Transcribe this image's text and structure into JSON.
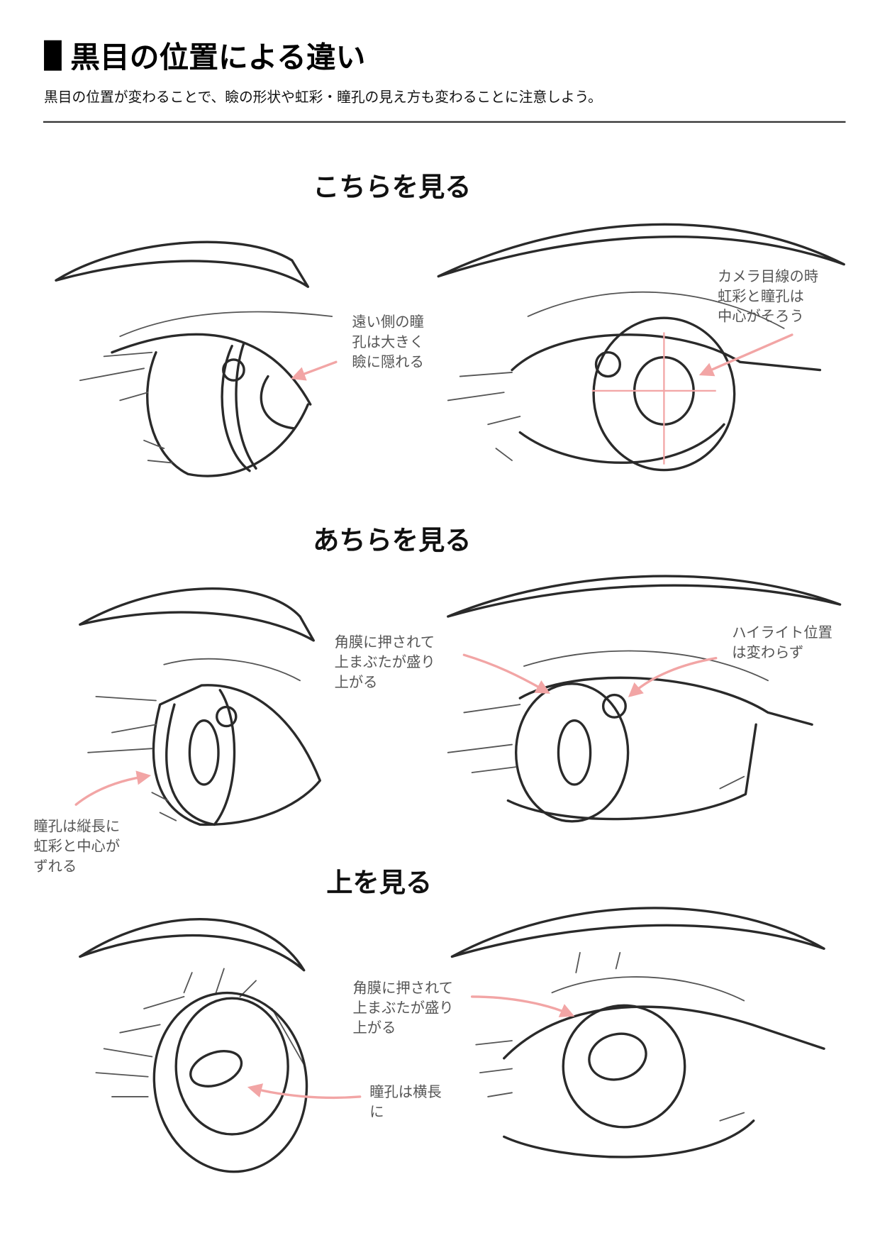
{
  "title": "黒目の位置による違い",
  "subtitle": "黒目の位置が変わることで、瞼の形状や虹彩・瞳孔の見え方も変わることに注意しよう。",
  "sections": [
    {
      "heading": "こちらを見る",
      "notes": [
        {
          "lines": [
            "遠い側の瞳",
            "孔は大きく",
            "瞼に隠れる"
          ]
        },
        {
          "lines": [
            "カメラ目線の時",
            "虹彩と瞳孔は",
            "中心がそろう"
          ]
        }
      ]
    },
    {
      "heading": "あちらを見る",
      "notes": [
        {
          "lines": [
            "角膜に押されて",
            "上まぶたが盛り",
            "上がる"
          ]
        },
        {
          "lines": [
            "ハイライト位置",
            "は変わらず"
          ]
        },
        {
          "lines": [
            "瞳孔は縦長に",
            "虹彩と中心が",
            "ずれる"
          ]
        }
      ]
    },
    {
      "heading": "上を見る",
      "notes": [
        {
          "lines": [
            "角膜に押されて",
            "上まぶたが盛り",
            "上がる"
          ]
        },
        {
          "lines": [
            "瞳孔は横長",
            "に"
          ]
        }
      ]
    }
  ],
  "colors": {
    "accent": "#f2a5a5",
    "text": "#111111",
    "note": "#555555"
  }
}
